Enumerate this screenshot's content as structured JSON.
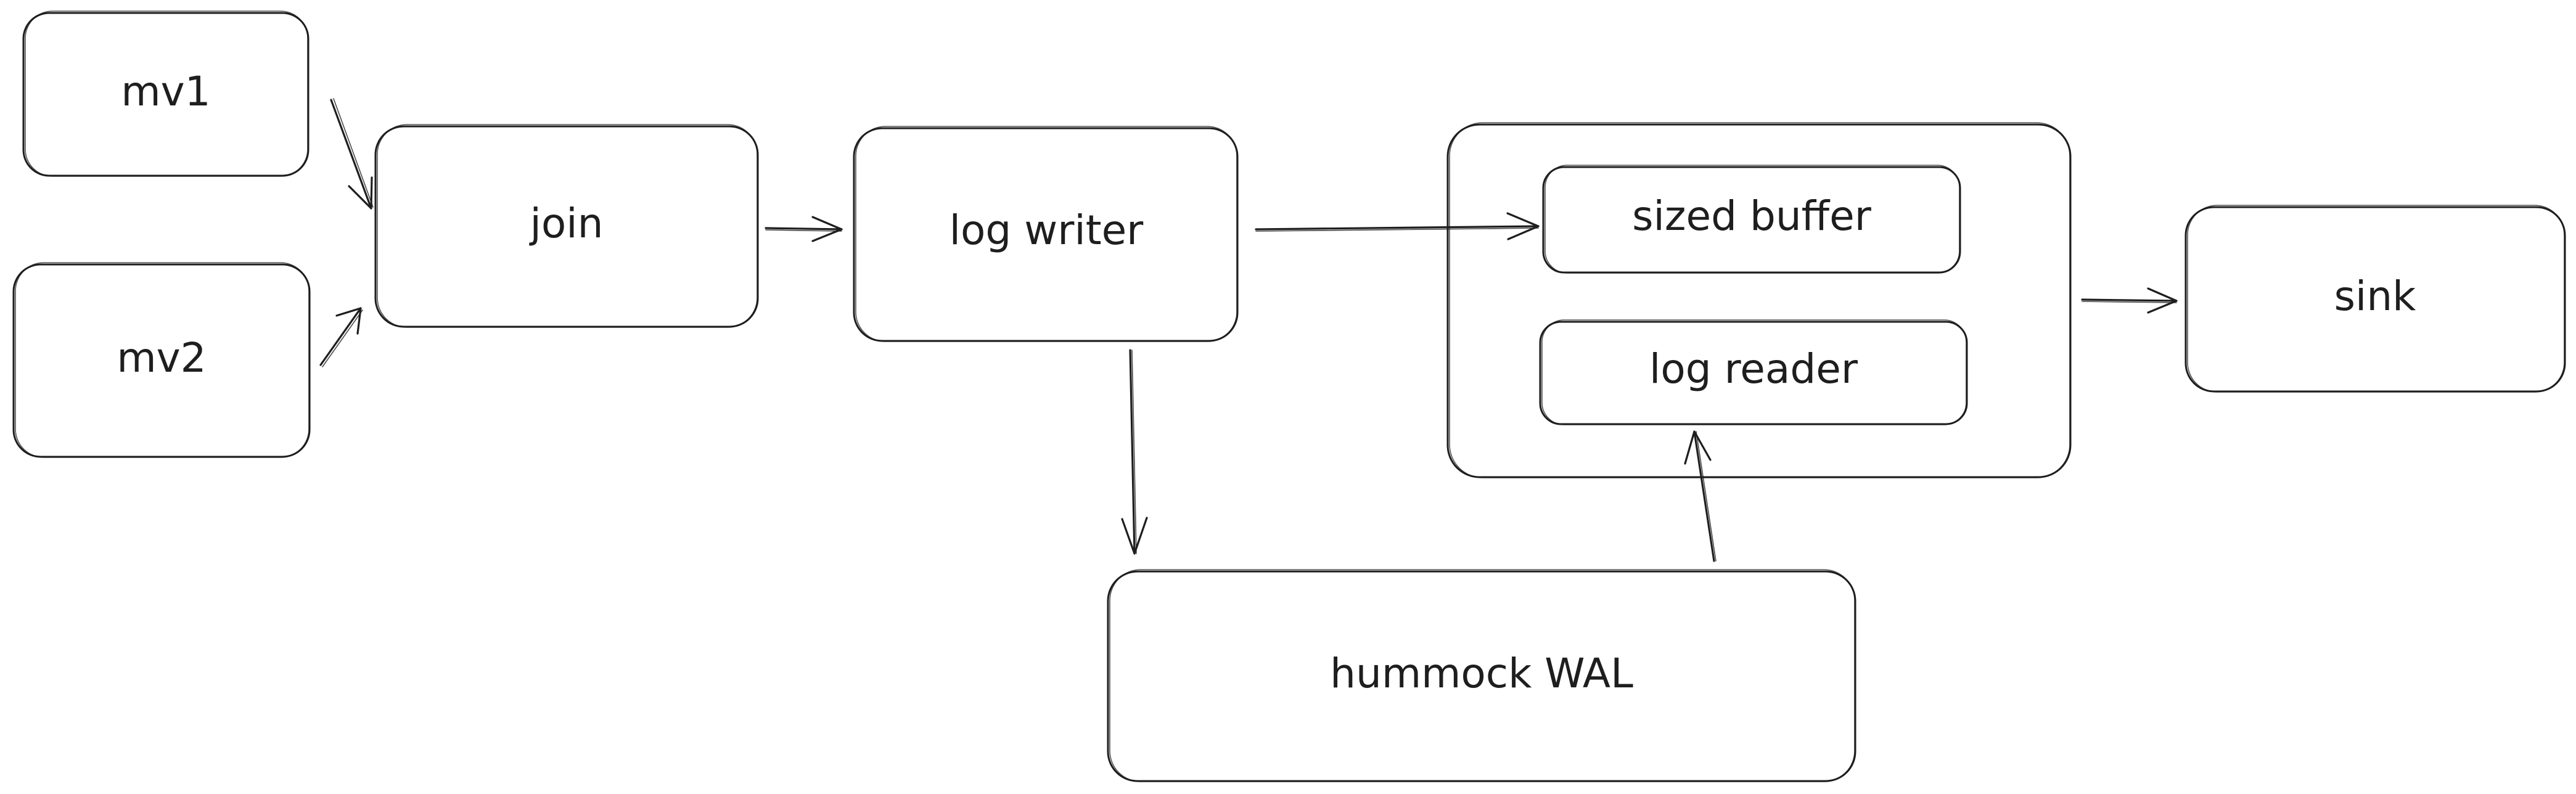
{
  "diagram": {
    "nodes": {
      "mv1": {
        "label": "mv1"
      },
      "mv2": {
        "label": "mv2"
      },
      "join": {
        "label": "join"
      },
      "log_writer": {
        "label": "log writer"
      },
      "buffer_group": {
        "label": ""
      },
      "sized_buffer": {
        "label": "sized buffer"
      },
      "log_reader": {
        "label": "log reader"
      },
      "hummock_wal": {
        "label": "hummock WAL"
      },
      "sink": {
        "label": "sink"
      }
    },
    "edges": [
      {
        "from": "mv1",
        "to": "join"
      },
      {
        "from": "mv2",
        "to": "join"
      },
      {
        "from": "join",
        "to": "log writer"
      },
      {
        "from": "log writer",
        "to": "sized buffer"
      },
      {
        "from": "log writer",
        "to": "hummock WAL"
      },
      {
        "from": "hummock WAL",
        "to": "log reader"
      },
      {
        "from": "sized buffer / log reader",
        "to": "sink"
      }
    ],
    "stroke_color": "#1e1e1e",
    "background_color": "#ffffff"
  }
}
